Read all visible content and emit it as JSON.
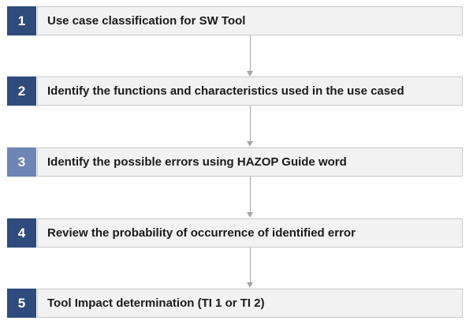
{
  "colors": {
    "number_box_dark": "#2e4b7c",
    "number_box_light": "#6d86b3",
    "label_background": "#f2f2f2",
    "label_border": "#c9c9c9",
    "connector": "#a6a6a6"
  },
  "steps": [
    {
      "number": "1",
      "label": "Use case classification for SW Tool"
    },
    {
      "number": "2",
      "label": "Identify the functions and characteristics used in the use cased"
    },
    {
      "number": "3",
      "label": "Identify the possible errors using HAZOP Guide word"
    },
    {
      "number": "4",
      "label": "Review the probability of occurrence of identified error"
    },
    {
      "number": "5",
      "label": "Tool Impact determination (TI 1 or TI 2)"
    }
  ]
}
